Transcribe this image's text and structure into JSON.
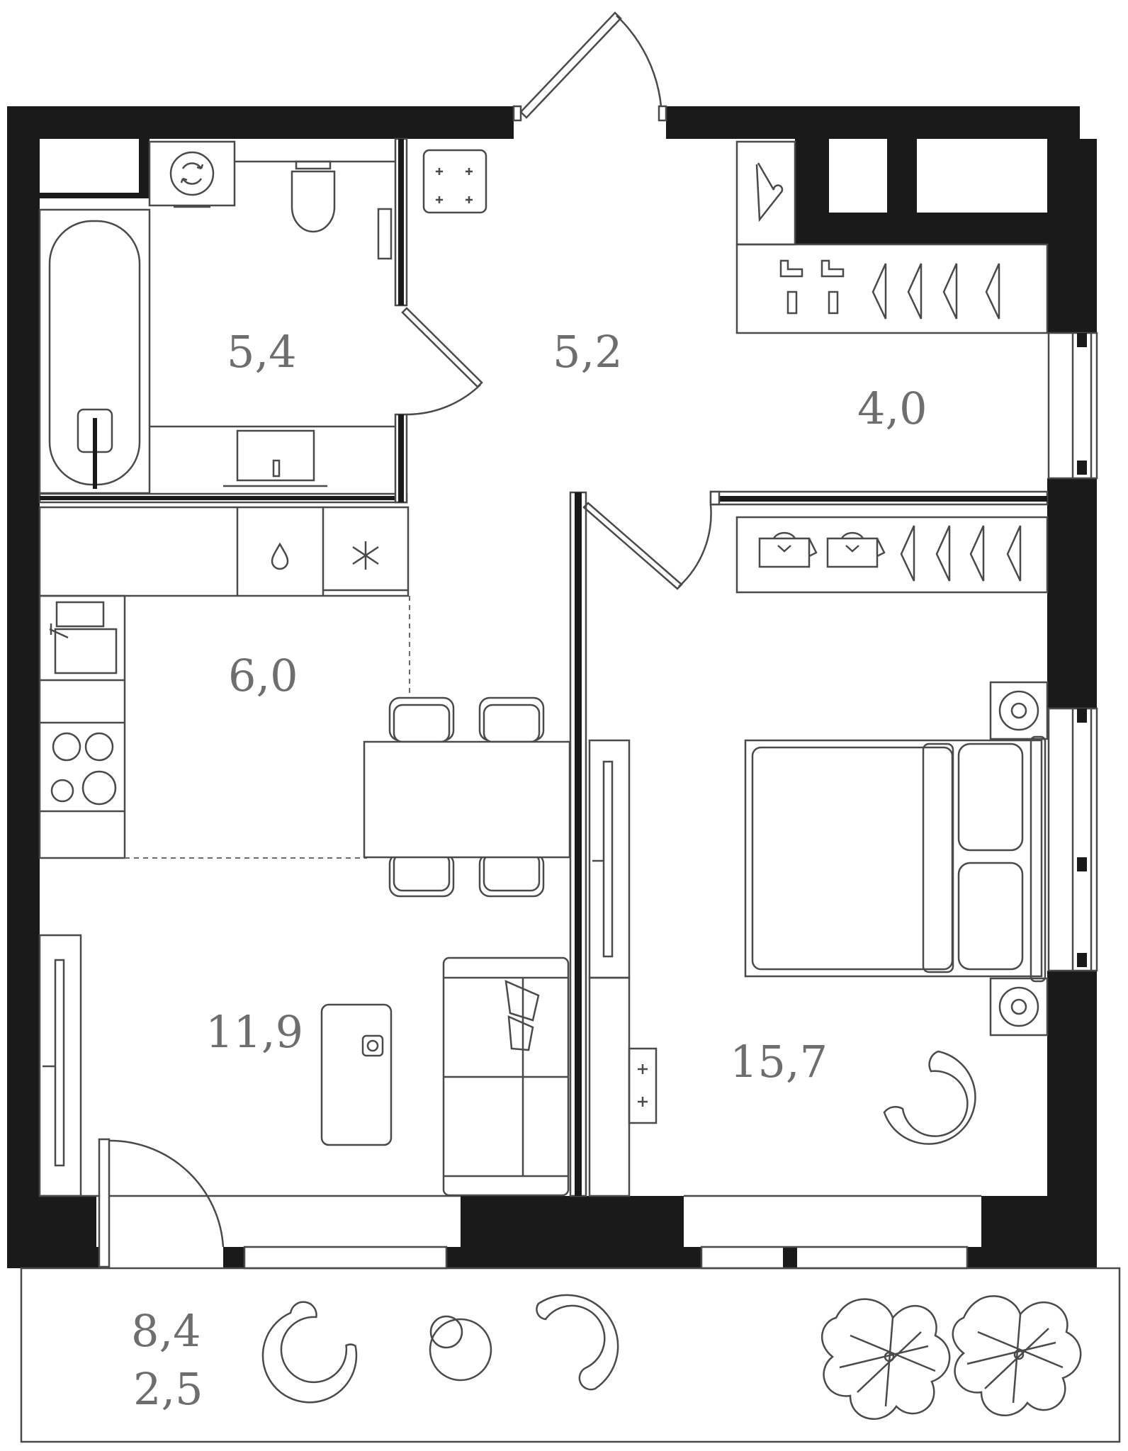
{
  "rooms": {
    "bathroom": {
      "area": "5,4"
    },
    "hallway": {
      "area": "5,2"
    },
    "wardrobe": {
      "area": "4,0"
    },
    "kitchen": {
      "area": "6,0"
    },
    "living_room": {
      "area": "11,9"
    },
    "bedroom": {
      "area": "15,7"
    },
    "balcony": {
      "area": "8,4",
      "area_reduced": "2,5"
    }
  },
  "colors": {
    "wall": "#1a1a1a",
    "line": "#4a4a4a",
    "label": "#6e6e6e",
    "background": "#ffffff"
  },
  "icons": {
    "washer": "washer-icon",
    "stove_top": "gas-stove-icon",
    "water_supply": "water-drop-icon",
    "ventilation": "asterisk-icon",
    "hanger": "hanger-icon",
    "boots": "boots-icon"
  }
}
